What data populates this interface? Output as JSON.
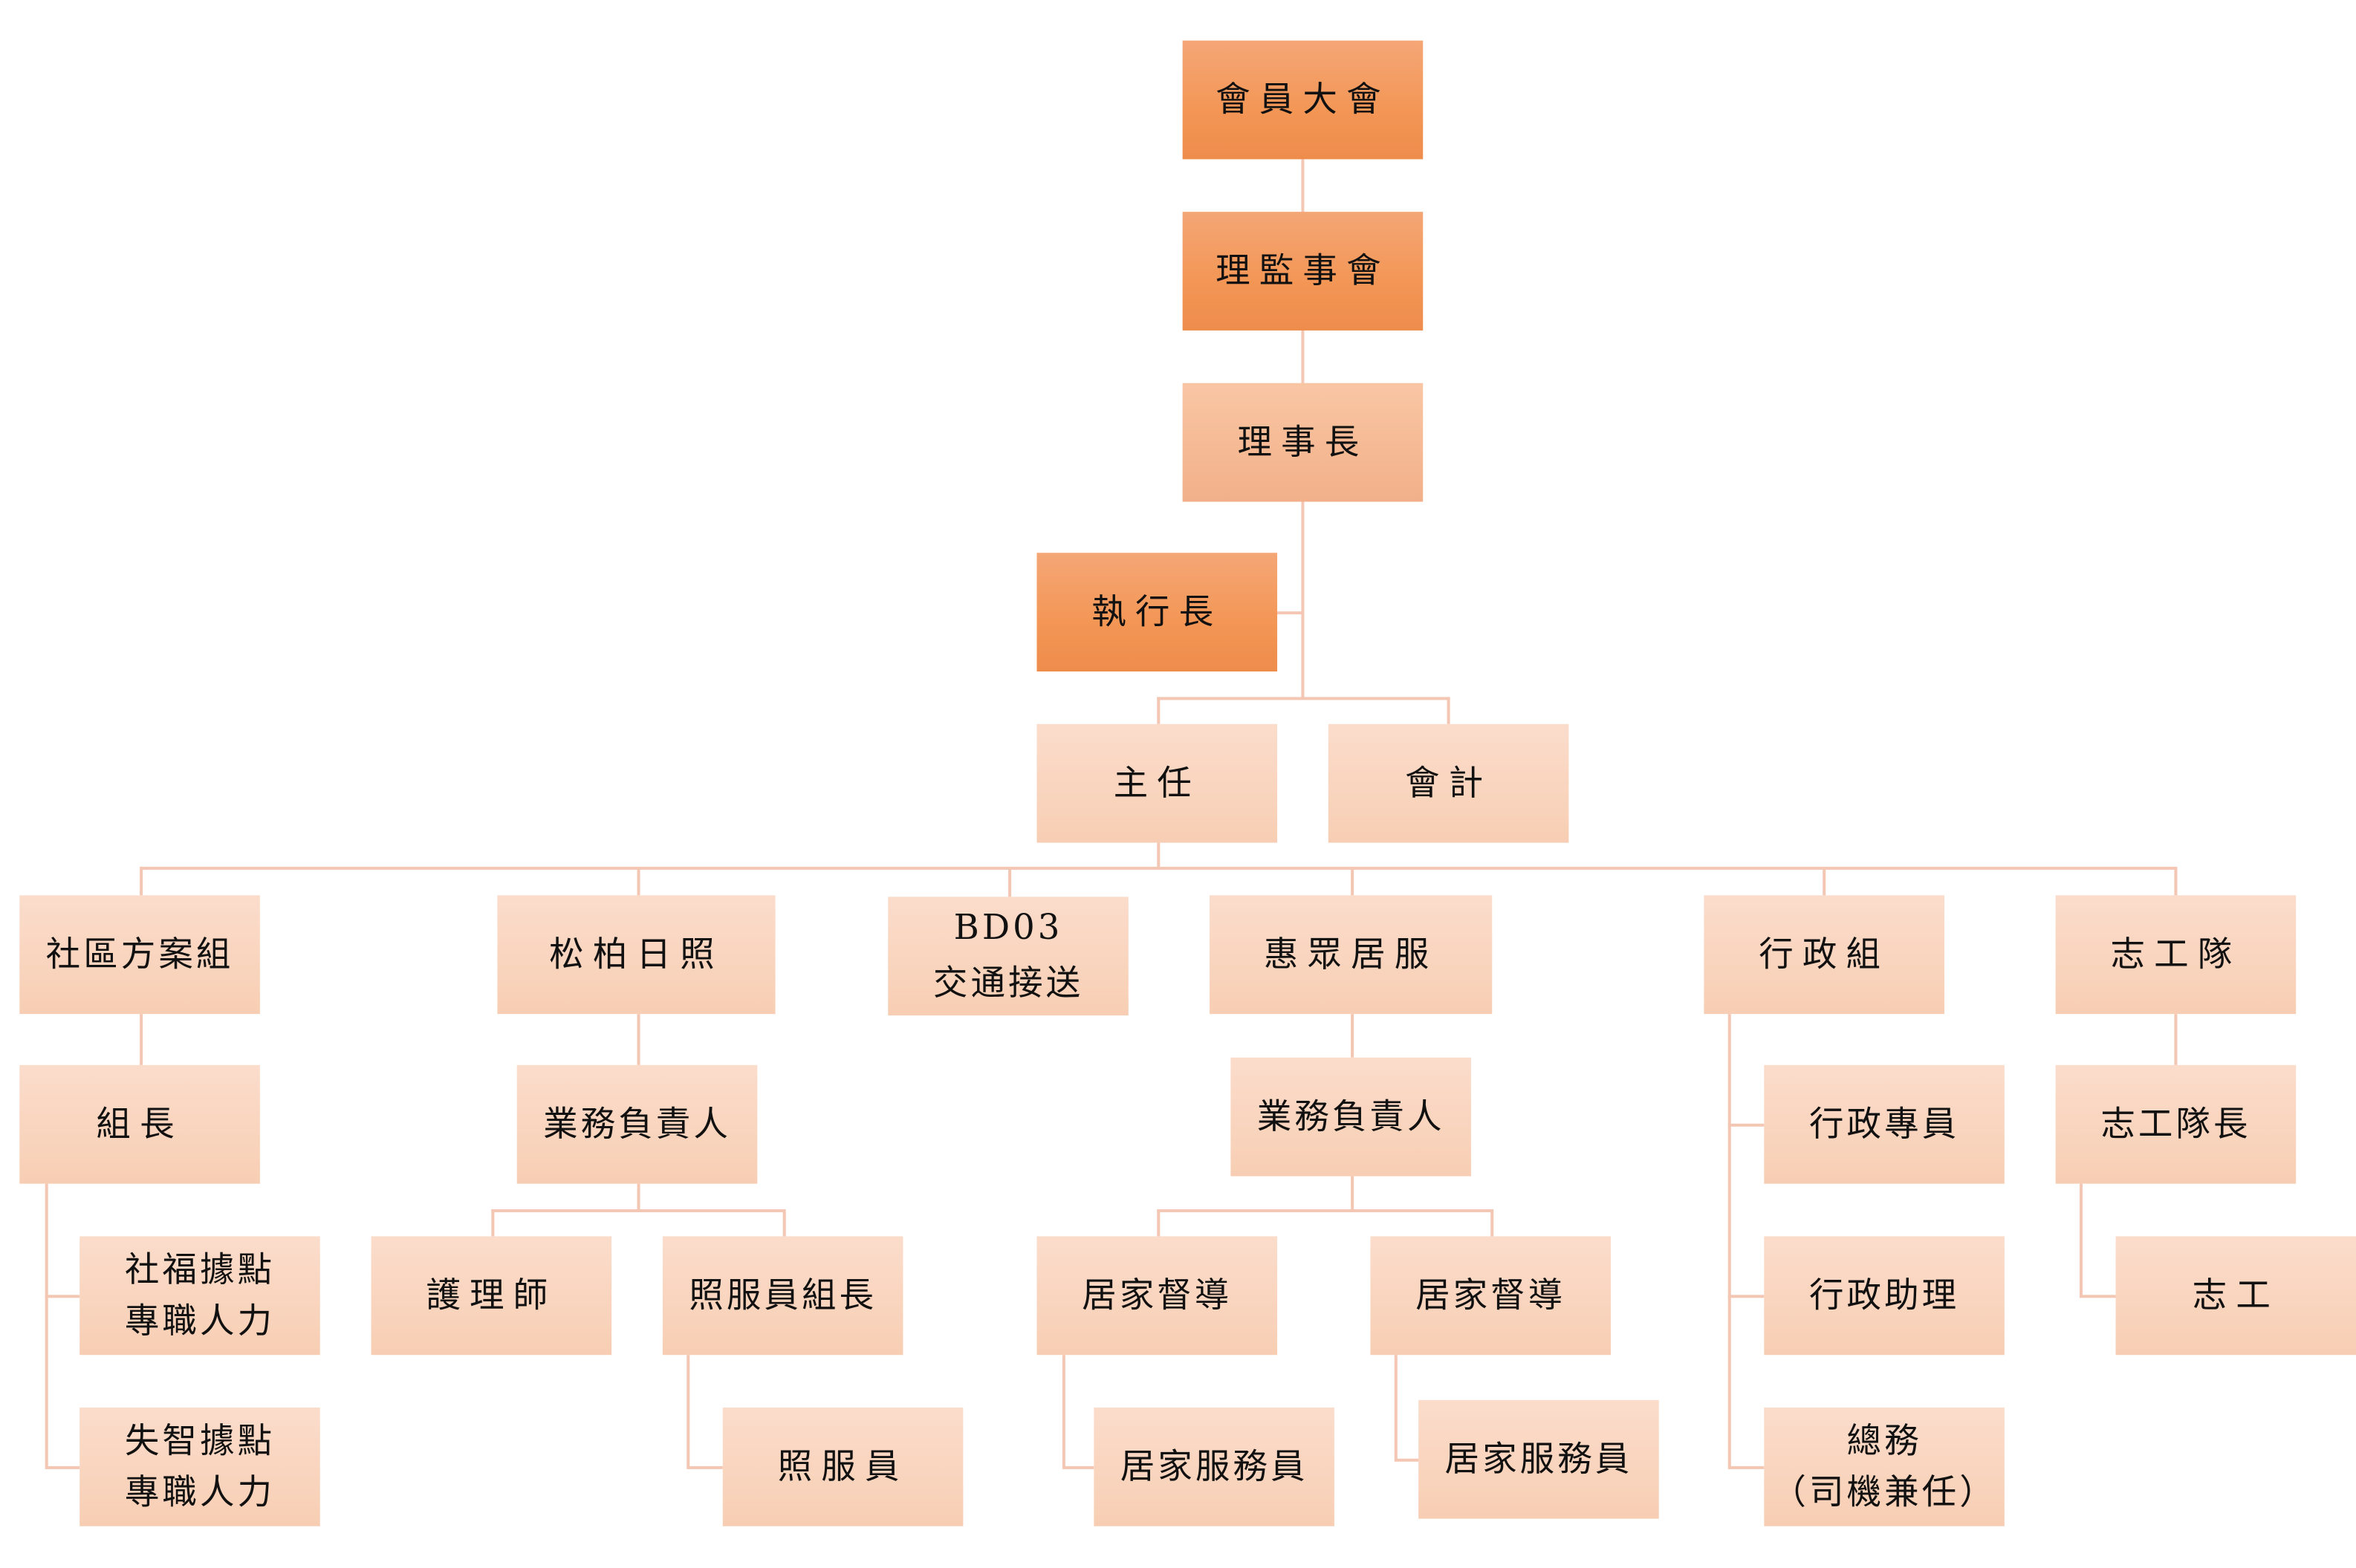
{
  "colors": {
    "dark": "#f39655",
    "mid": "#f5b993",
    "light": "#f9d4bd",
    "line": "#f3c7b3"
  },
  "nodes": {
    "general_assembly": "會員大會",
    "board": "理監事會",
    "chairman": "理事長",
    "ceo": "執行長",
    "director": "主任",
    "accounting": "會計",
    "community": "社區方案組",
    "daycare": "松柏日照",
    "transport": [
      "BD03",
      "交通接送"
    ],
    "homecare": "惠眾居服",
    "admin": "行政組",
    "volunteer": "志工隊",
    "team_leader": "組長",
    "daycare_manager": "業務負責人",
    "homecare_manager": "業務負責人",
    "admin_specialist": "行政專員",
    "volunteer_leader": "志工隊長",
    "welfare_staff": [
      "社福據點",
      "專職人力"
    ],
    "nurse": "護理師",
    "caregiver_leader": "照服員組長",
    "supervisor_1": "居家督導",
    "supervisor_2": "居家督導",
    "admin_assistant": "行政助理",
    "volunteer_member": "志工",
    "dementia_staff": [
      "失智據點",
      "專職人力"
    ],
    "caregiver": "照服員",
    "home_worker_1": "居家服務員",
    "home_worker_2": "居家服務員",
    "general_affairs": [
      "總務",
      "（司機兼任）"
    ]
  }
}
